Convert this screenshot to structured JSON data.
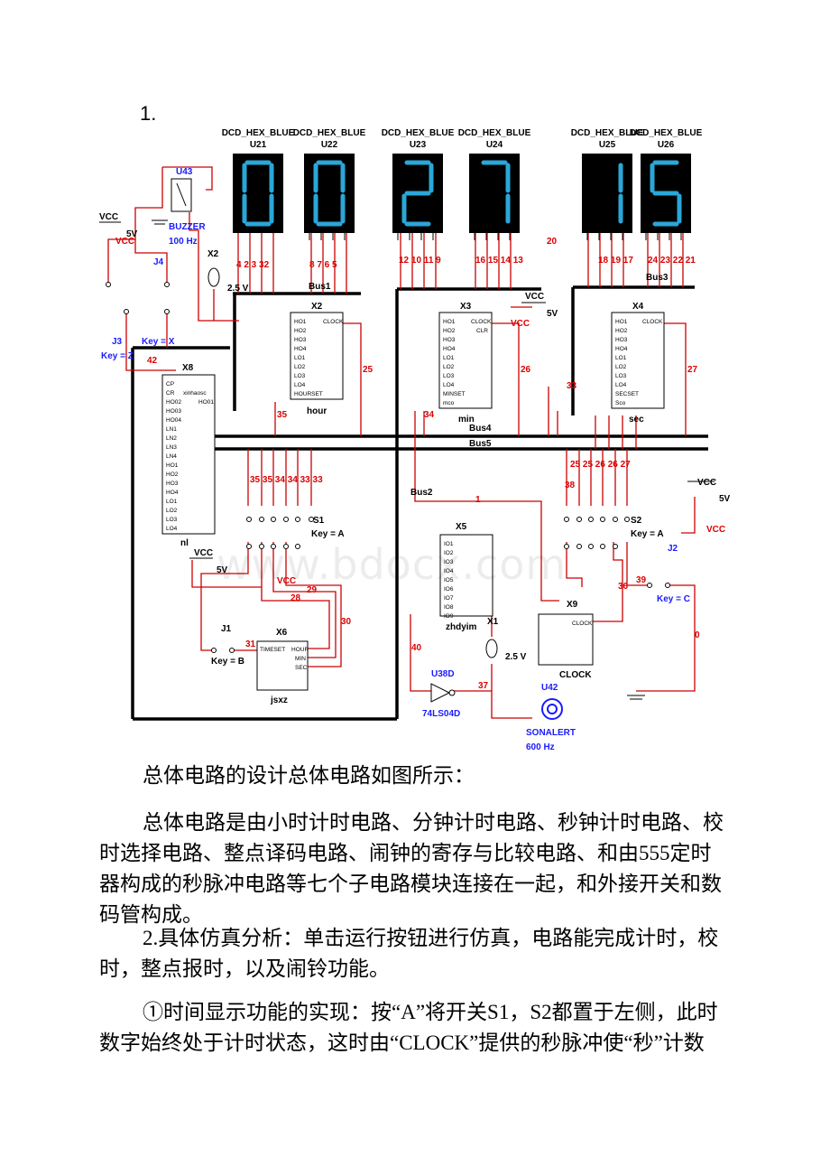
{
  "section_number": "1.",
  "displays": [
    {
      "type": "DCD_HEX_BLUE",
      "ref": "U21",
      "digit": "0"
    },
    {
      "type": "DCD_HEX_BLUE",
      "ref": "U22",
      "digit": "0"
    },
    {
      "type": "DCD_HEX_BLUE",
      "ref": "U23",
      "digit": "2"
    },
    {
      "type": "DCD_HEX_BLUE",
      "ref": "U24",
      "digit": "7"
    },
    {
      "type": "DCD_HEX_BLUE",
      "ref": "U25",
      "digit": "1"
    },
    {
      "type": "DCD_HEX_BLUE",
      "ref": "U26",
      "digit": "5"
    }
  ],
  "components": {
    "u43": {
      "ref": "U43",
      "name": "BUZZER",
      "freq": "100 Hz"
    },
    "vcc_left": {
      "label": "VCC",
      "volt": "5V"
    },
    "vcc_left_net": "VCC",
    "j4": "J4",
    "j3": "J3",
    "key_z": "Key = Z",
    "key_x": "Key = X",
    "x2_probe": {
      "ref": "X2",
      "volt": "2.5 V"
    },
    "bus1": "Bus1",
    "bus3": "Bus3",
    "bus4": "Bus4",
    "bus5": "Bus5",
    "bus2": "Bus2",
    "x2": {
      "ref": "X2",
      "name": "hour"
    },
    "x3": {
      "ref": "X3",
      "name": "min"
    },
    "x4": {
      "ref": "X4",
      "name": "sec"
    },
    "x8": {
      "ref": "X8",
      "name": "nl"
    },
    "x5": {
      "ref": "X5",
      "name": "zhdyim"
    },
    "x6": {
      "ref": "X6",
      "name": "jsxz"
    },
    "x9": {
      "ref": "X9",
      "name": "CLOCK"
    },
    "x1_probe": {
      "ref": "X1",
      "volt": "2.5 V"
    },
    "u38d": {
      "ref": "U38D",
      "part": "74LS04D"
    },
    "u42": {
      "ref": "U42",
      "name": "SONALERT",
      "freq": "600 Hz"
    },
    "s1": {
      "ref": "S1",
      "key": "Key = A"
    },
    "s2": {
      "ref": "S2",
      "key": "Key = A"
    },
    "j1": {
      "ref": "J1",
      "key": "Key = B"
    },
    "j2": {
      "ref": "J2",
      "key": "Key = C"
    },
    "vcc_mid": {
      "label": "VCC",
      "volt": "5V",
      "net": "VCC"
    },
    "vcc_right": {
      "label": "VCC",
      "volt": "5V",
      "net": "VCC"
    },
    "vcc_bottom": {
      "label": "VCC",
      "volt": "5V",
      "net": "VCC"
    }
  },
  "net_numbers": {
    "n20": "20",
    "n25": "25",
    "n26": "26",
    "n27": "27",
    "n35": "35",
    "n34": "34",
    "n42": "42",
    "n33": "33",
    "n1": "1",
    "n38": "38",
    "n39": "39",
    "n36": "36",
    "n0": "0",
    "n40": "40",
    "n37": "37",
    "n28": "28",
    "n29": "29",
    "n30": "30",
    "n31": "31",
    "u21_pins": "4 2 3 32",
    "u22_pins": "8 7 6 5",
    "u23_pins": "12 10 11 9",
    "u24_pins": "16 15 14 13",
    "u25_pins": "18 19 17",
    "u26_pins": "24 23 22 21",
    "s1_top": "35 35 34 34 33 33",
    "s2_top": "25 25 26 26 27"
  },
  "text": {
    "p1": "总体电路的设计总体电路如图所示：",
    "p2": "总体电路是由小时计时电路、分钟计时电路、秒钟计时电路、校时选择电路、整点译码电路、闹钟的寄存与比较电路、和由555定时器构成的秒脉冲电路等七个子电路模块连接在一起，和外接开关和数码管构成。",
    "p3": "2.具体仿真分析：单击运行按钮进行仿真，电路能完成计时，校时，整点报时，以及闹铃功能。",
    "p4": "①时间显示功能的实现：按“A”将开关S1，S2都置于左侧，此时数字始终处于计时状态，这时由“CLOCK”提供的秒脉冲使“秒”计数"
  },
  "watermark": "www.bdocx.com",
  "colors": {
    "wire": "#cc0000",
    "bus": "#000000",
    "segment": "#2aa7d8",
    "display_bg": "#000000",
    "label_red": "#dd0000",
    "label_blue": "#1a1aff"
  }
}
